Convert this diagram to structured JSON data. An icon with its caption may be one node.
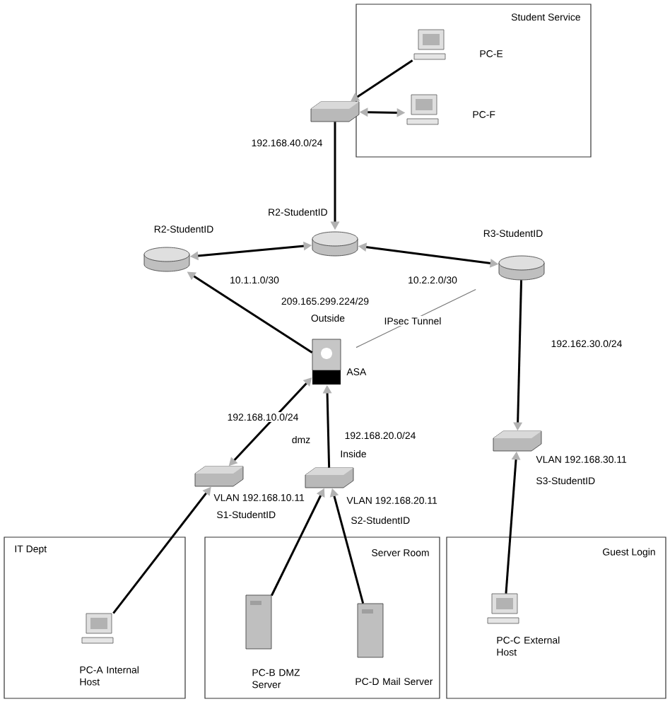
{
  "diagram": {
    "nodes": [
      {
        "text": [
          "Student Service"
        ]
      },
      {
        "text": [
          "PC-E"
        ],
        "in": 0
      },
      {
        "text": [
          "PC-F"
        ],
        "in": 0
      },
      {
        "text": [],
        "shape": "box"
      },
      {
        "text": [
          "R2-StudentID"
        ]
      },
      {
        "text": [
          "R2-StudentID"
        ]
      },
      {
        "text": [
          "R3-StudentID"
        ]
      },
      {
        "text": [
          "ASA"
        ]
      },
      {
        "text": [
          "VLAN 192.168.10.11",
          "S1-StudentID"
        ]
      },
      {
        "text": [
          "VLAN 192.168.20.11",
          "S2-StudentID"
        ]
      },
      {
        "text": [
          "VLAN 192.168.30.11",
          "S3-StudentID"
        ]
      },
      {
        "text": [
          "IT Dept"
        ]
      },
      {
        "text": [
          "PC-A Internal Host"
        ],
        "in": 11
      },
      {
        "text": [
          "Server Room"
        ]
      },
      {
        "text": [
          "PC-B DMZ Server"
        ],
        "in": 13
      },
      {
        "text": [
          "PC-D Mail Server"
        ],
        "in": 13
      },
      {
        "text": [
          "Guest Login"
        ]
      },
      {
        "text": [
          "PC-C External Host"
        ],
        "in": 16
      }
    ],
    "edges": [
      {
        "from": 1,
        "to": 3,
        "arrow": "to"
      },
      {
        "from": 2,
        "to": 3,
        "arrow": "both"
      },
      {
        "from": 3,
        "to": 4,
        "arrow": "to",
        "label": "192.168.40.0/24"
      },
      {
        "from": 4,
        "to": 5,
        "arrow": "both",
        "label": "10.1.1.0/30"
      },
      {
        "from": 4,
        "to": 6,
        "arrow": "both",
        "label": "10.2.2.0/30"
      },
      {
        "from": 7,
        "to": 5,
        "arrow": "to",
        "label": "209.165.299.224/29"
      },
      {
        "from": 7,
        "to": 6,
        "arrow": "none",
        "label": "IPsec Tunnel",
        "color": "#777777"
      },
      {
        "from": 6,
        "to": 10,
        "arrow": "to",
        "label": "192.162.30.0/24"
      },
      {
        "from": 8,
        "to": 7,
        "arrow": "both",
        "label": "192.168.10.0/24"
      },
      {
        "from": 9,
        "to": 7,
        "arrow": "to",
        "label": "192.168.20.0/24"
      },
      {
        "from": 12,
        "to": 8,
        "arrow": "to"
      },
      {
        "from": 14,
        "to": 9,
        "arrow": "to"
      },
      {
        "from": 15,
        "to": 9,
        "arrow": "to"
      },
      {
        "from": 17,
        "to": 10,
        "arrow": "to"
      }
    ],
    "labels": [
      "Outside",
      "dmz",
      "Inside"
    ]
  }
}
